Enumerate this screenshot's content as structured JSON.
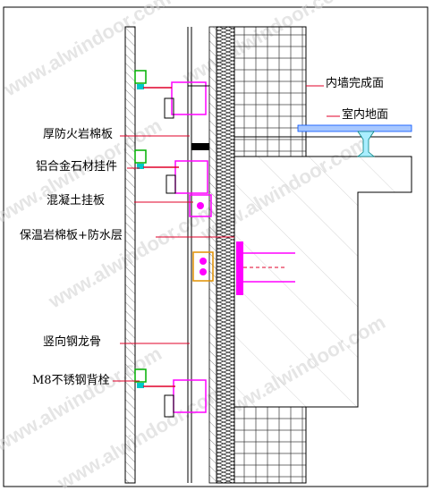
{
  "labels": {
    "interior_wall": "内墙完成面",
    "interior_floor": "室内地面",
    "fire_rock_wool": "厚防火岩棉板",
    "al_stone_hanger": "铝合金石材挂件",
    "concrete_panel": "混凝土挂板",
    "insulation": "保温岩棉板+防水层",
    "steel_keel": "竖向钢龙骨",
    "m8_bolt": "M8不锈钢背栓"
  },
  "watermark": {
    "text": "www.alwindoor.com"
  },
  "colors": {
    "leader": "#e0002a",
    "magenta": "#ff00ff",
    "green": "#00c000",
    "cyan": "#00c8c8",
    "orange": "#e09000",
    "floor_fill": "#a8c8ff"
  }
}
